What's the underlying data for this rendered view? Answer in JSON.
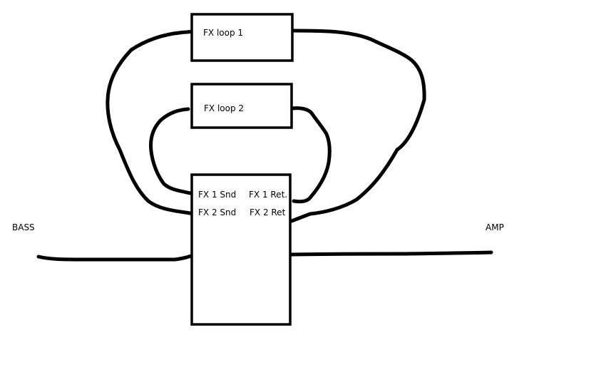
{
  "diagram": {
    "fx_loop_1": {
      "label": "FX loop 1"
    },
    "fx_loop_2": {
      "label": "FX loop 2"
    },
    "main_unit": {
      "fx1_send": "FX 1 Snd",
      "fx1_return": "FX 1 Ret.",
      "fx2_send": "FX 2 Snd",
      "fx2_return": "FX 2 Ret"
    },
    "input": {
      "label": "BASS"
    },
    "output": {
      "label": "AMP"
    }
  },
  "colors": {
    "line": "#000000",
    "background": "#ffffff"
  }
}
